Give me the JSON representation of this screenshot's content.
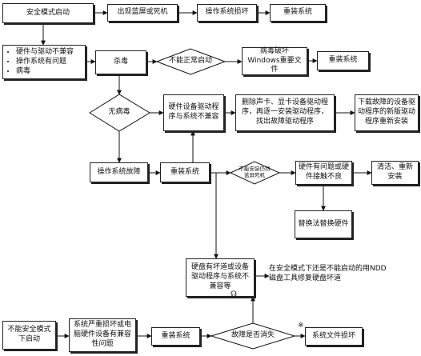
{
  "nodes": {
    "safe_mode_boot": "安全模式启动",
    "blue_screen": "出现蓝屏或死机",
    "os_damaged_top": "操作系统损坏",
    "reinstall_top": "重装系统",
    "causes": [
      "硬件与驱动不兼容",
      "操作系统有问题",
      "病毒"
    ],
    "antivirus": "杀毒",
    "cannot_boot": "不能正常启动",
    "virus_damage": "病毒破坏Windows重要文件",
    "reinstall_virus": "重装系统",
    "no_virus": "无病毒",
    "driver_incompatible": "硬件设备驱动程序与系统不兼容",
    "remove_drivers": "删除声卡、显卡设备驱动程序，再逐一安装驱动程序，找出故障驱动程序",
    "download_driver": "下载故障的设备驱动程序的新版驱动程序重新安装",
    "os_fault": "操作系统故障",
    "reinstall_mid": "重装系统",
    "still_crash": "不能安装仍然蓝屏死机",
    "hardware_issue": "硬件有问题或硬件接触不良",
    "clean_reinstall": "清洁、重新安装",
    "swap_test": "替换法替换硬件",
    "disk_bad": "硬盘有坏道或设备驱动程序与系统不兼容等",
    "ndd_note": "在安全模式下还是不能启动的用NDD磁盘工具修复硬盘坏道",
    "cannot_boot_safe": "不能安全模式下启动",
    "hw_damage": "系统严重损坏或电脑硬件设备有兼容性问题",
    "reinstall_bottom": "重装系统",
    "fault_gone": "故障是否消失",
    "sys_file_damage": "系统文件损坏"
  },
  "marks": {
    "mark_a": "☊",
    "mark_b": "※"
  }
}
